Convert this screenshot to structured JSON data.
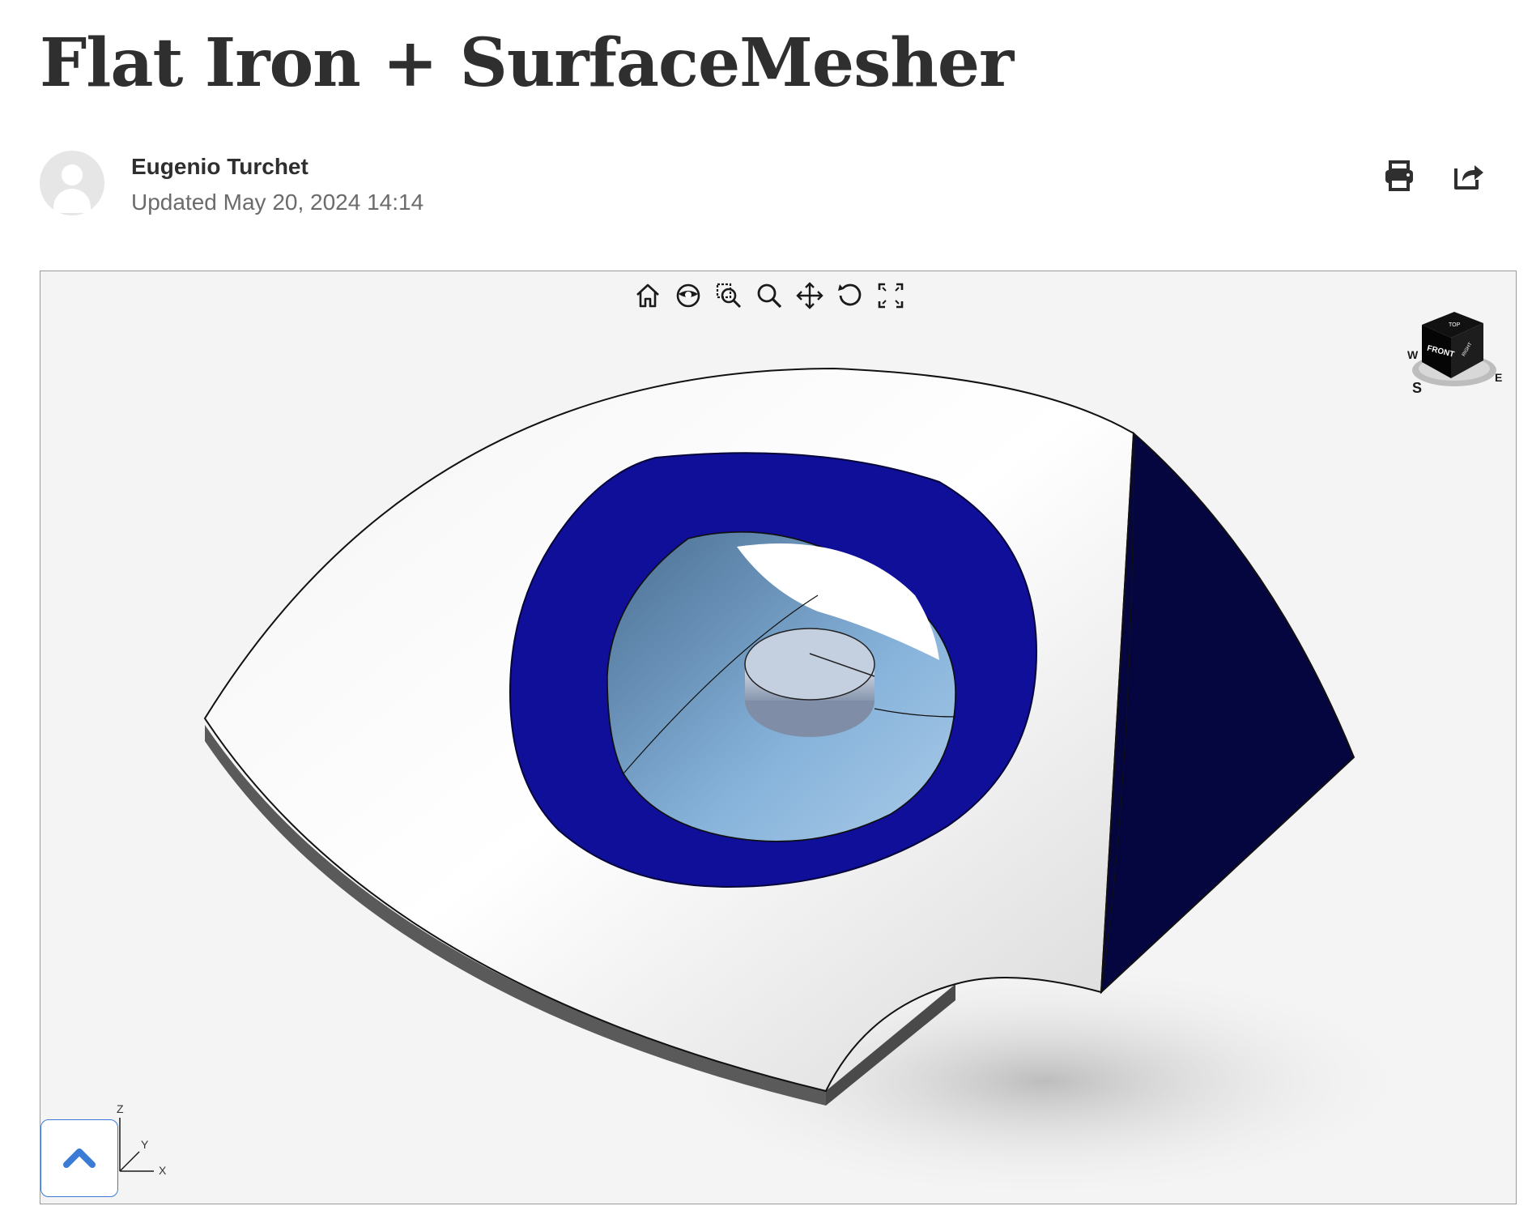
{
  "article": {
    "title": "Flat Iron + SurfaceMesher",
    "author": "Eugenio Turchet",
    "updated": "Updated May 20, 2024 14:14"
  },
  "actions": [
    {
      "id": "print",
      "icon": "printer-icon"
    },
    {
      "id": "share",
      "icon": "share-icon"
    }
  ],
  "viewer": {
    "toolbar": [
      "home-icon",
      "orbit-icon",
      "zoom-box-icon",
      "zoom-icon",
      "pan-icon",
      "rotate-icon",
      "fullscreen-icon"
    ],
    "viewcube": {
      "front": "FRONT",
      "top": "TOP",
      "right": "RIGHT",
      "compass_w": "W",
      "compass_s": "S",
      "compass_e": "E"
    },
    "axes": {
      "z": "Z",
      "y": "Y",
      "x": "X"
    },
    "colors": {
      "body": "#ececec",
      "handle": "#0f0f9a",
      "side": "#050540",
      "inner": "#7fa9cf",
      "knob": "#9fb0c8",
      "sole": "#5a5a5a"
    }
  },
  "scroll_top": {
    "icon": "chevron-up-icon"
  }
}
